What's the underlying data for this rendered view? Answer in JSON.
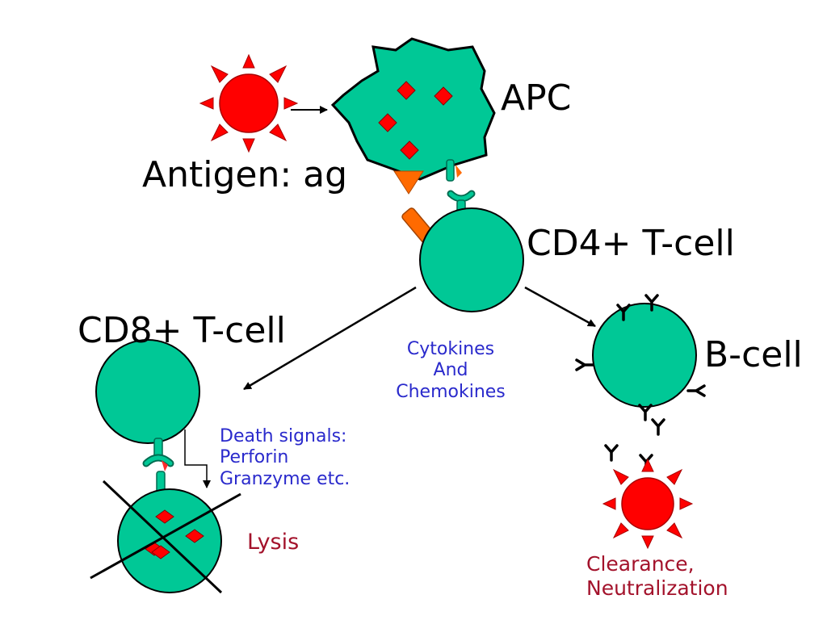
{
  "labels": {
    "apc": "APC",
    "antigen": "Antigen: ag",
    "cd4": "CD4+ T-cell",
    "cd8": "CD8+ T-cell",
    "bcell": "B-cell",
    "cytokines": "Cytokines\nAnd\nChemokines",
    "death": "Death signals:\nPerforin\nGranzyme etc.",
    "lysis": "Lysis",
    "clearance": "Clearance,\nNeutralization"
  },
  "colors": {
    "cell": "#00c896",
    "antigen": "#ff0000",
    "receptor": "#ff6a00",
    "label_blue": "#2a2acc",
    "label_red": "#a3122b"
  }
}
